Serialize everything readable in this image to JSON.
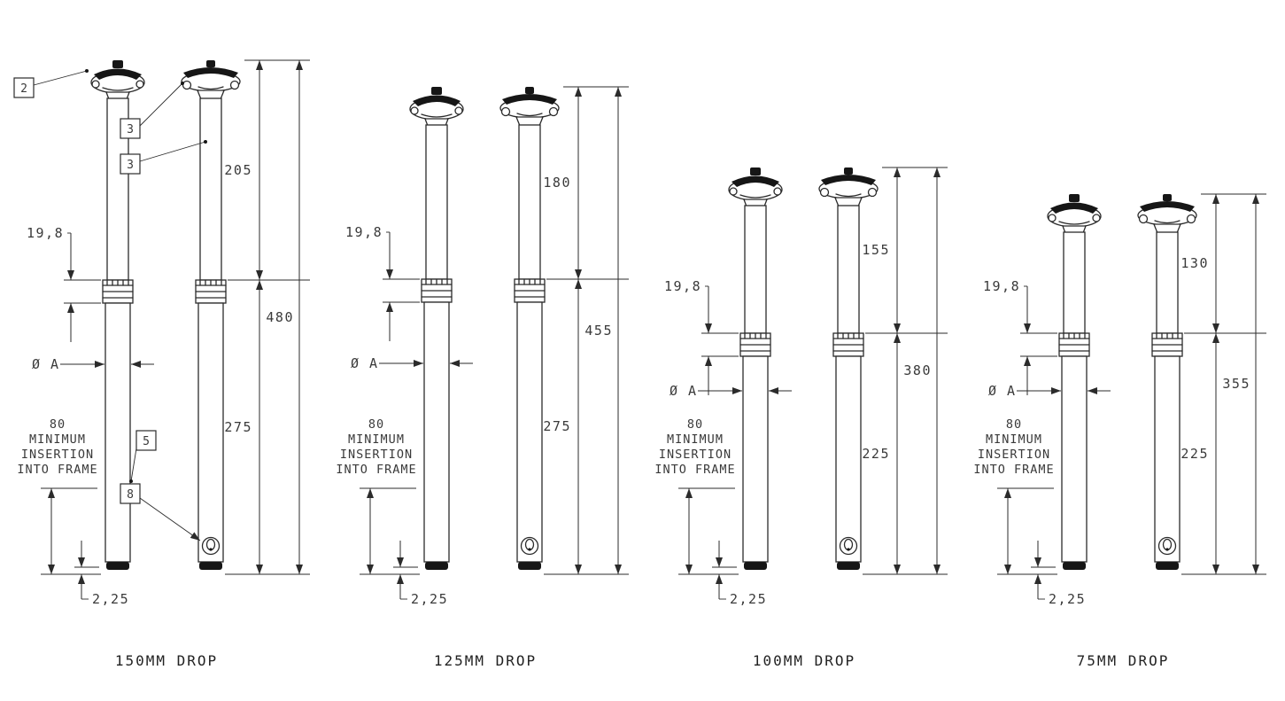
{
  "colors": {
    "line": "#2b2b2b",
    "dark_fill": "#161616",
    "text": "#3a3a3a"
  },
  "panels": [
    {
      "id": "150",
      "caption": "150MM DROP",
      "callouts": {
        "c2": "2",
        "c3a": "3",
        "c3b": "3",
        "c5": "5",
        "c8": "8"
      },
      "dims": {
        "collar_height": "19,8",
        "travel": "205",
        "overall": "480",
        "lower": "275",
        "tip": "2,25",
        "diameter": "Ø A",
        "insertion_lines": [
          "80",
          "MINIMUM",
          "INSERTION",
          "INTO FRAME"
        ]
      }
    },
    {
      "id": "125",
      "caption": "125MM DROP",
      "dims": {
        "collar_height": "19,8",
        "travel": "180",
        "overall": "455",
        "lower": "275",
        "tip": "2,25",
        "diameter": "Ø A",
        "insertion_lines": [
          "80",
          "MINIMUM",
          "INSERTION",
          "INTO FRAME"
        ]
      }
    },
    {
      "id": "100",
      "caption": "100MM DROP",
      "dims": {
        "collar_height": "19,8",
        "travel": "155",
        "overall": "380",
        "lower": "225",
        "tip": "2,25",
        "diameter": "Ø A",
        "insertion_lines": [
          "80",
          "MINIMUM",
          "INSERTION",
          "INTO FRAME"
        ]
      }
    },
    {
      "id": "75",
      "caption": "75MM DROP",
      "dims": {
        "collar_height": "19,8",
        "travel": "130",
        "overall": "355",
        "lower": "225",
        "tip": "2,25",
        "diameter": "Ø A",
        "insertion_lines": [
          "80",
          "MINIMUM",
          "INSERTION",
          "INTO FRAME"
        ]
      }
    }
  ]
}
